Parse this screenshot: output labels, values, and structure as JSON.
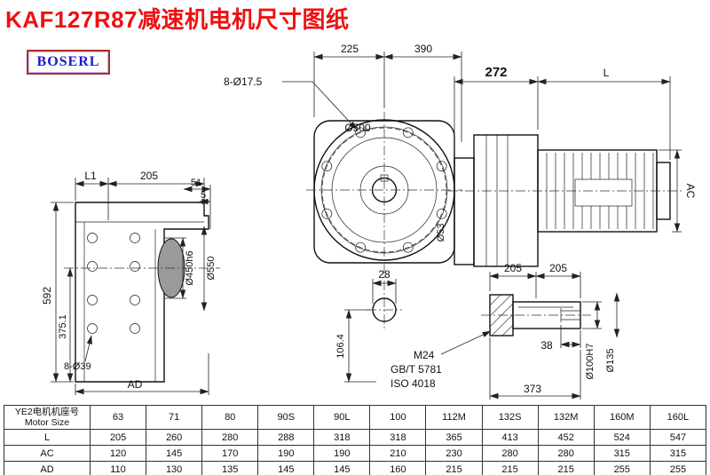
{
  "page": {
    "title": "KAF127R87减速机电机尺寸图纸",
    "logo": "BOSERL"
  },
  "drawing": {
    "left": {
      "l1": "L1",
      "d205": "205",
      "d51": "51",
      "d5": "5",
      "d592": "592",
      "d375": "375.1",
      "holes": "8-Ø39",
      "ad": "AD",
      "d450": "Ø450h6",
      "d550": "Ø550"
    },
    "front": {
      "holes": "8-Ø17.5",
      "d225": "225",
      "d390": "390",
      "d500": "Ø500",
      "d53": "Ø53",
      "d28": "28",
      "d106": "106.4"
    },
    "motor": {
      "d272": "272",
      "l": "L",
      "ac": "AC"
    },
    "shaft": {
      "d205a": "205",
      "d205b": "205",
      "d38": "38",
      "d373": "373",
      "m24": "M24",
      "gbt": "GB/T 5781",
      "iso": "ISO 4018",
      "d100": "Ø100H7",
      "d135": "Ø135"
    }
  },
  "table": {
    "row_label_cn": "YE2电机机座号",
    "row_label_en": "Motor Size",
    "header": [
      "63",
      "71",
      "80",
      "90S",
      "90L",
      "100",
      "112M",
      "132S",
      "132M",
      "160M",
      "160L"
    ],
    "rows": [
      {
        "label": "L",
        "values": [
          "205",
          "260",
          "280",
          "288",
          "318",
          "318",
          "365",
          "413",
          "452",
          "524",
          "547"
        ]
      },
      {
        "label": "AC",
        "values": [
          "120",
          "145",
          "170",
          "190",
          "190",
          "210",
          "230",
          "280",
          "280",
          "315",
          "315"
        ]
      },
      {
        "label": "AD",
        "values": [
          "110",
          "130",
          "135",
          "145",
          "145",
          "160",
          "215",
          "215",
          "215",
          "255",
          "255"
        ]
      }
    ]
  }
}
